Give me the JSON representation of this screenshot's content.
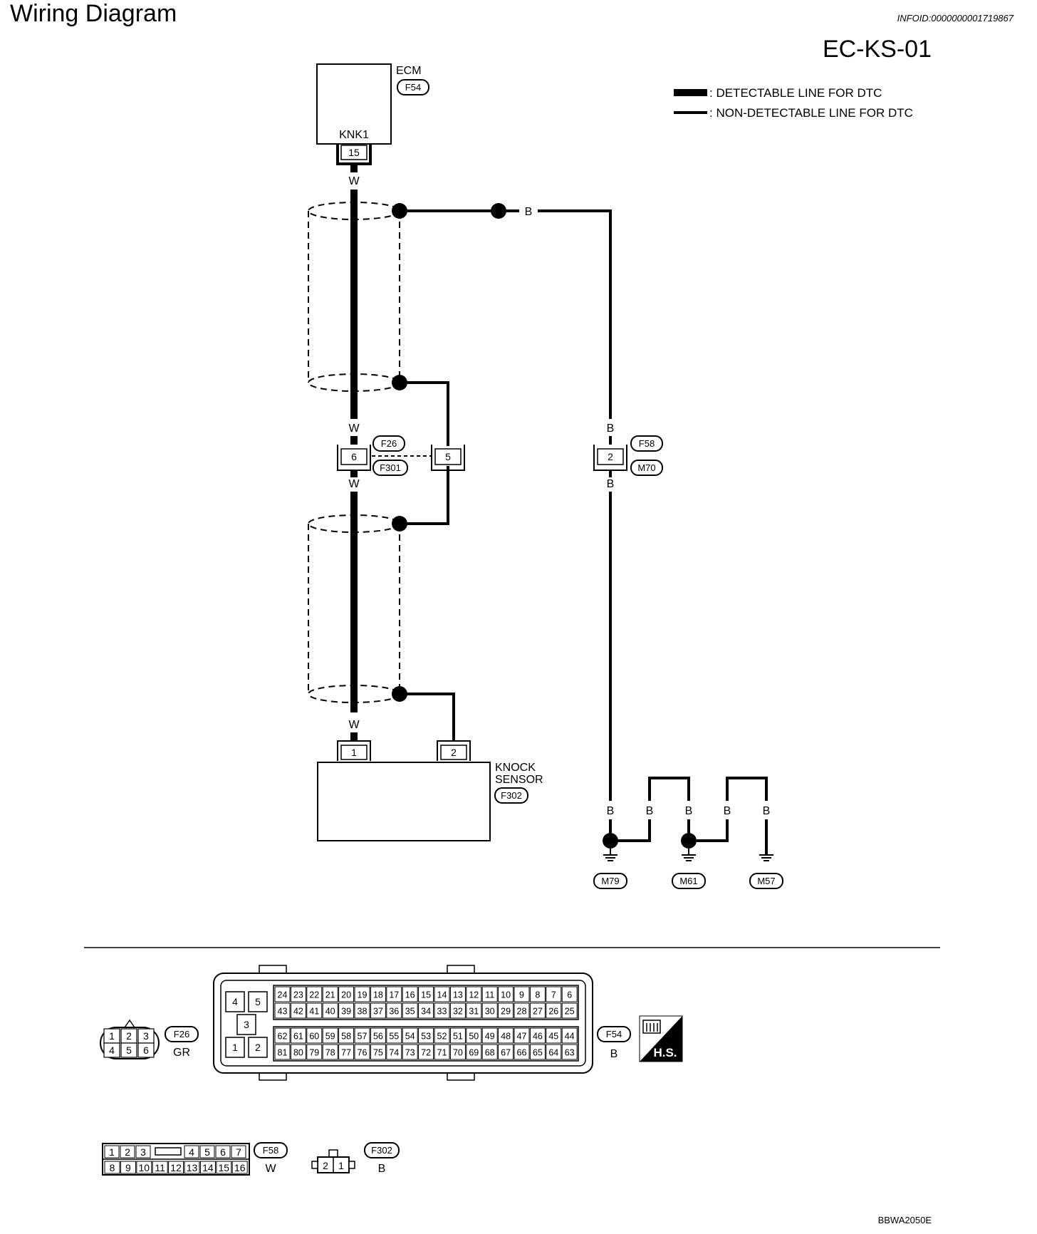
{
  "header": {
    "title": "Wiring Diagram",
    "info_id": "INFOID:0000000001719867",
    "page_code": "EC-KS-01"
  },
  "legend": {
    "detectable": ": DETECTABLE LINE FOR DTC",
    "non_detectable": ": NON-DETECTABLE LINE FOR DTC"
  },
  "ecm": {
    "label": "ECM",
    "connector": "F54",
    "terminal_name": "KNK1",
    "terminal": "15"
  },
  "knock_sensor": {
    "label_line1": "KNOCK",
    "label_line2": "SENSOR",
    "connector": "F302",
    "pin1": "1",
    "pin2": "2"
  },
  "wire_colors": {
    "w": "W",
    "b": "B"
  },
  "junction_f26": {
    "connector_top": "F26",
    "connector_bottom": "F301",
    "pin_signal": "6",
    "pin_shield": "5"
  },
  "junction_f58": {
    "connector_top": "F58",
    "connector_bottom": "M70",
    "pin": "2"
  },
  "grounds": [
    "M79",
    "M61",
    "M57"
  ],
  "connector_views": {
    "f26": {
      "name": "F26",
      "color": "GR",
      "top_pins": [
        "1",
        "2",
        "3"
      ],
      "bottom_pins": [
        "4",
        "5",
        "6"
      ]
    },
    "f54": {
      "name": "F54",
      "color": "B",
      "left_top": [
        "4",
        "5"
      ],
      "left_mid": "3",
      "left_bottom": [
        "1",
        "2"
      ],
      "row1": [
        "24",
        "23",
        "22",
        "21",
        "20",
        "19",
        "18",
        "17",
        "16",
        "15",
        "14",
        "13",
        "12",
        "11",
        "10",
        "9",
        "8",
        "7",
        "6"
      ],
      "row2": [
        "43",
        "42",
        "41",
        "40",
        "39",
        "38",
        "37",
        "36",
        "35",
        "34",
        "33",
        "32",
        "31",
        "30",
        "29",
        "28",
        "27",
        "26",
        "25"
      ],
      "row3": [
        "62",
        "61",
        "60",
        "59",
        "58",
        "57",
        "56",
        "55",
        "54",
        "53",
        "52",
        "51",
        "50",
        "49",
        "48",
        "47",
        "46",
        "45",
        "44"
      ],
      "row4": [
        "81",
        "80",
        "79",
        "78",
        "77",
        "76",
        "75",
        "74",
        "73",
        "72",
        "71",
        "70",
        "69",
        "68",
        "67",
        "66",
        "65",
        "64",
        "63"
      ]
    },
    "hs_label": "H.S.",
    "f58": {
      "name": "F58",
      "color": "W",
      "top_left": [
        "1",
        "2",
        "3"
      ],
      "top_right": [
        "4",
        "5",
        "6",
        "7"
      ],
      "bottom": [
        "8",
        "9",
        "10",
        "11",
        "12",
        "13",
        "14",
        "15",
        "16"
      ]
    },
    "f302": {
      "name": "F302",
      "color": "B",
      "pins": [
        "2",
        "1"
      ]
    }
  },
  "footer": {
    "figure_code": "BBWA2050E"
  }
}
